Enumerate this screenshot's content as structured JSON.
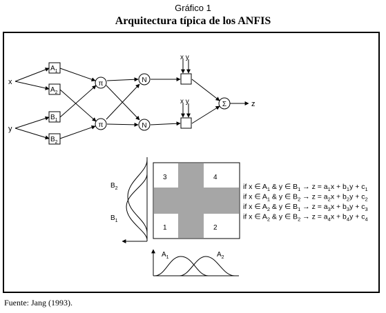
{
  "caption": "Gráfico 1",
  "title": "Arquitectura típica de los ANFIS",
  "source": "Fuente: Jang (1993).",
  "network": {
    "inputs": [
      "x",
      "y"
    ],
    "mf_nodes": [
      {
        "base": "A",
        "sub": "1"
      },
      {
        "base": "A",
        "sub": "2"
      },
      {
        "base": "B",
        "sub": "1"
      },
      {
        "base": "B",
        "sub": "2"
      }
    ],
    "product_symbol": "π",
    "norm_symbol": "N",
    "consequent_inputs": "x y",
    "sum_symbol": "Σ",
    "output": "z"
  },
  "partition": {
    "regions": [
      "3",
      "4",
      "1",
      "2"
    ],
    "y_labels": [
      {
        "base": "B",
        "sub": "2"
      },
      {
        "base": "B",
        "sub": "1"
      }
    ],
    "x_labels": [
      {
        "base": "A",
        "sub": "1"
      },
      {
        "base": "A",
        "sub": "2"
      }
    ],
    "gray_color": "#a6a6a6"
  },
  "rules": [
    [
      {
        "t": "if x ∈ A"
      },
      {
        "t": "1",
        "s": 1
      },
      {
        "t": " & y ∈ B"
      },
      {
        "t": "1",
        "s": 1
      },
      {
        "t": " → ",
        "arrow": 1
      },
      {
        "t": "z = a"
      },
      {
        "t": "1",
        "s": 1
      },
      {
        "t": "x + b"
      },
      {
        "t": "1",
        "s": 1
      },
      {
        "t": "y + c"
      },
      {
        "t": "1",
        "s": 1
      }
    ],
    [
      {
        "t": "if x ∈ A"
      },
      {
        "t": "1",
        "s": 1
      },
      {
        "t": " & y ∈ B"
      },
      {
        "t": "2",
        "s": 1
      },
      {
        "t": " → ",
        "arrow": 1
      },
      {
        "t": "z = a"
      },
      {
        "t": "2",
        "s": 1
      },
      {
        "t": "x + b"
      },
      {
        "t": "2",
        "s": 1
      },
      {
        "t": "y + c"
      },
      {
        "t": "2",
        "s": 1
      }
    ],
    [
      {
        "t": "if x ∈ A"
      },
      {
        "t": "2",
        "s": 1
      },
      {
        "t": " & y ∈ B"
      },
      {
        "t": "1",
        "s": 1
      },
      {
        "t": " → ",
        "arrow": 1
      },
      {
        "t": "z = a"
      },
      {
        "t": "3",
        "s": 1
      },
      {
        "t": "x + b"
      },
      {
        "t": "3",
        "s": 1
      },
      {
        "t": "y + c"
      },
      {
        "t": "3",
        "s": 1
      }
    ],
    [
      {
        "t": "if x ∈ A"
      },
      {
        "t": "2",
        "s": 1
      },
      {
        "t": " & y ∈ B"
      },
      {
        "t": "2",
        "s": 1
      },
      {
        "t": " → ",
        "arrow": 1
      },
      {
        "t": "z = a"
      },
      {
        "t": "4",
        "s": 1
      },
      {
        "t": "x + b"
      },
      {
        "t": "4",
        "s": 1
      },
      {
        "t": "y + c"
      },
      {
        "t": "4",
        "s": 1
      }
    ]
  ]
}
